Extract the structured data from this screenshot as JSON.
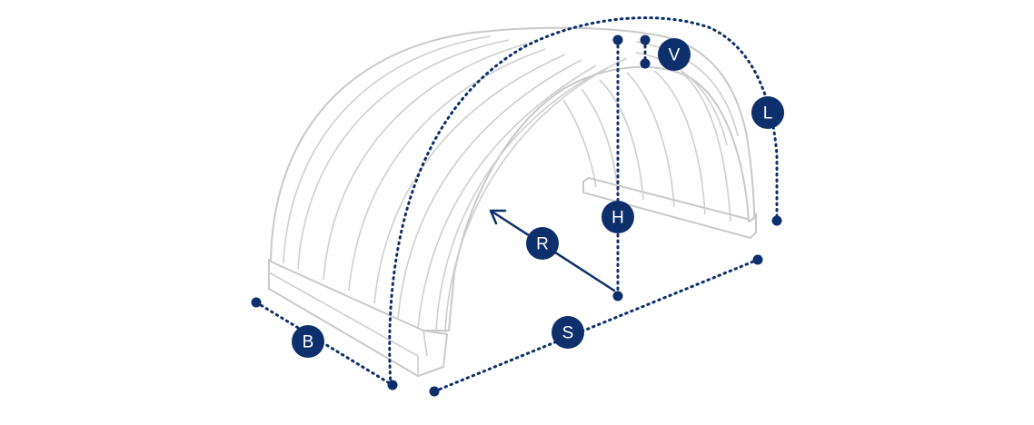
{
  "labels": {
    "B": "B",
    "S": "S",
    "R": "R",
    "H": "H",
    "V": "V",
    "L": "L"
  },
  "colors": {
    "accent": "#0d2f6b",
    "outline": "#c9c9c9",
    "background": "#ffffff"
  }
}
